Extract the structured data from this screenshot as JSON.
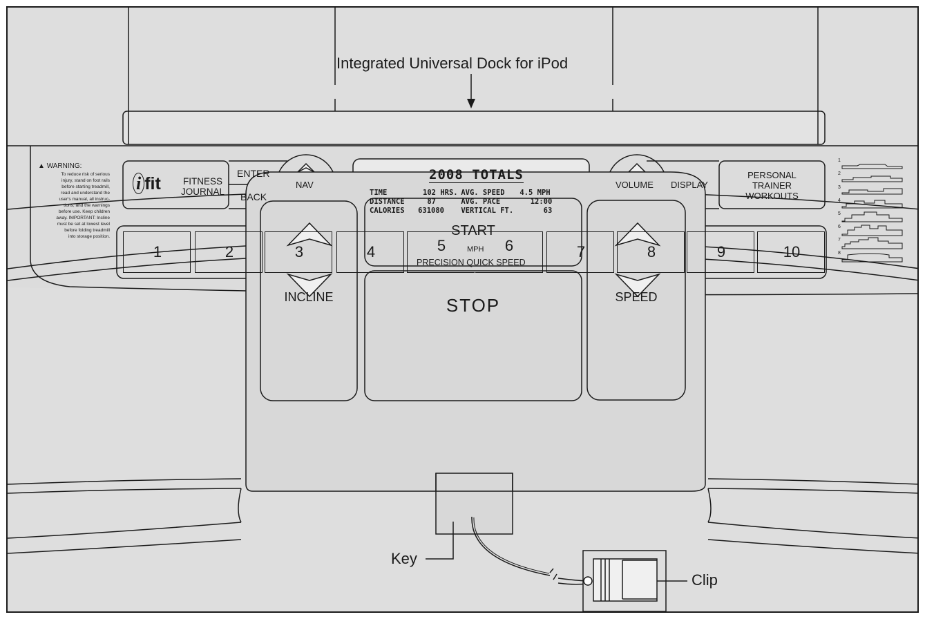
{
  "callouts": {
    "dock": "Integrated Universal Dock for iPod",
    "key": "Key",
    "clip": "Clip"
  },
  "warning": {
    "title": "WARNING:",
    "lines": [
      "To reduce risk of serious",
      "injury, stand on foot rails",
      "before starting treadmill,",
      "read and understand the",
      "user's manual, all instruc-",
      "tions, and the warnings",
      "before use.  Keep children",
      "away.  IMPORTANT: Incline",
      "must be set at lowest level",
      "before folding treadmill",
      "into storage position."
    ]
  },
  "console": {
    "ifit_logo": "fit",
    "fitness_journal": [
      "FITNESS",
      "JOURNAL"
    ],
    "enter": "ENTER",
    "back": "BACK",
    "nav": "NAV",
    "display_title": "2008 TOTALS",
    "display_rows": [
      [
        "TIME",
        "102",
        "HRS.",
        "AVG. SPEED",
        "4.5",
        "MPH"
      ],
      [
        "DISTANCE",
        "87",
        "",
        "AVG. PACE",
        "12:00",
        ""
      ],
      [
        "CALORIES",
        "631080",
        "",
        "VERTICAL FT.",
        "63",
        ""
      ]
    ],
    "volume": "VOLUME",
    "display": "DISPLAY",
    "personal_trainer": [
      "PERSONAL",
      "TRAINER",
      "WORKOUTS"
    ],
    "workout_numbers": [
      "1",
      "2",
      "3",
      "4",
      "5",
      "6",
      "7",
      "8"
    ],
    "speed_keys": [
      "1",
      "2",
      "3",
      "4",
      "5",
      "6",
      "7",
      "8",
      "9",
      "10"
    ],
    "mph": "MPH",
    "precision_quick_speed": "PRECISION QUICK SPEED"
  },
  "controls": {
    "start": "START",
    "stop": "STOP",
    "incline": "INCLINE",
    "speed": "SPEED"
  },
  "colors": {
    "ink": "#1a1a1a",
    "panel": "#dedede",
    "display": "#eaeaea"
  }
}
